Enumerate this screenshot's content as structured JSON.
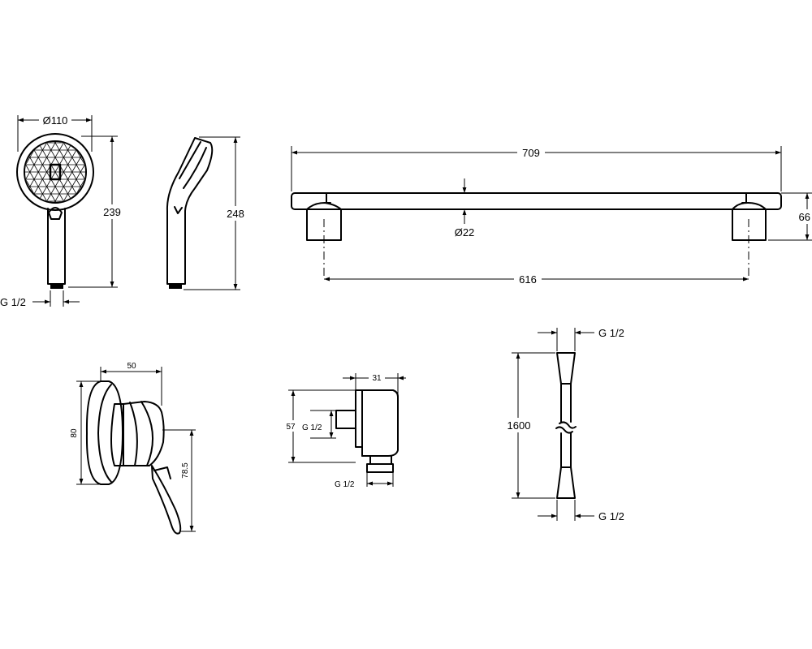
{
  "labels": {
    "handshower_diameter": "Ø110",
    "handshower_height": "239",
    "handshower_thread": "G 1/2",
    "handshower_side_height": "248",
    "rail_length": "709",
    "rail_diameter": "Ø22",
    "rail_height": "66",
    "rail_centers": "616",
    "mixer_width": "50",
    "mixer_plate": "80",
    "mixer_lever": "78.5",
    "outlet_depth": "31",
    "outlet_height": "57",
    "outlet_thread_in": "G 1/2",
    "outlet_thread_out": "G 1/2",
    "hose_thread_top": "G 1/2",
    "hose_length": "1600",
    "hose_thread_bottom": "G 1/2"
  }
}
